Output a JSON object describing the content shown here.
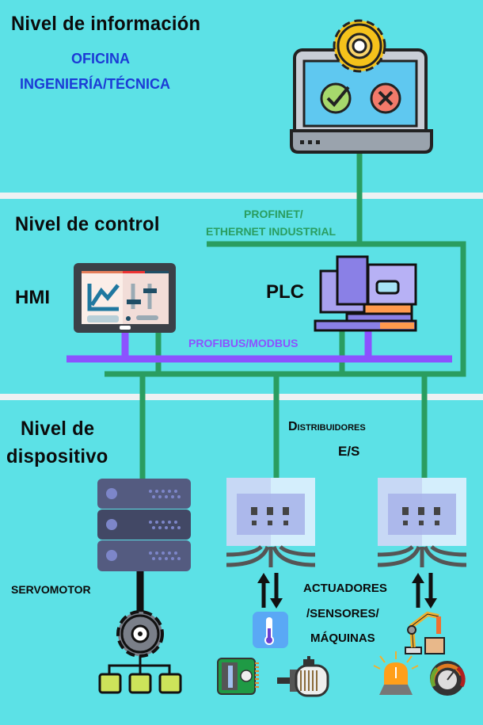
{
  "levels": {
    "information": {
      "title": "Nivel de información",
      "items": [
        "OFICINA",
        "INGENIERÍA/TÉCNICA"
      ]
    },
    "control": {
      "title": "Nivel de control",
      "network_top": [
        "PROFINET/",
        "ETHERNET INDUSTRIAL"
      ],
      "hmi_label": "HMI",
      "plc_label": "PLC",
      "fieldbus": "PROFIBUS/MODBUS"
    },
    "device": {
      "title_lines": [
        "Nivel de",
        "dispositivo"
      ],
      "distributors": [
        "Distribuidores",
        "E/S"
      ],
      "servomotor": "SERVOMOTOR",
      "field_devices": [
        "ACTUADORES",
        "/SENSORES/",
        "MÁQUINAS"
      ]
    }
  },
  "colors": {
    "background": "#5ce1e6",
    "ethernet": "#2a9d60",
    "fieldbus": "#8c52ff",
    "divider": "#eef1f3",
    "blue_text": "#1c3bd6"
  }
}
